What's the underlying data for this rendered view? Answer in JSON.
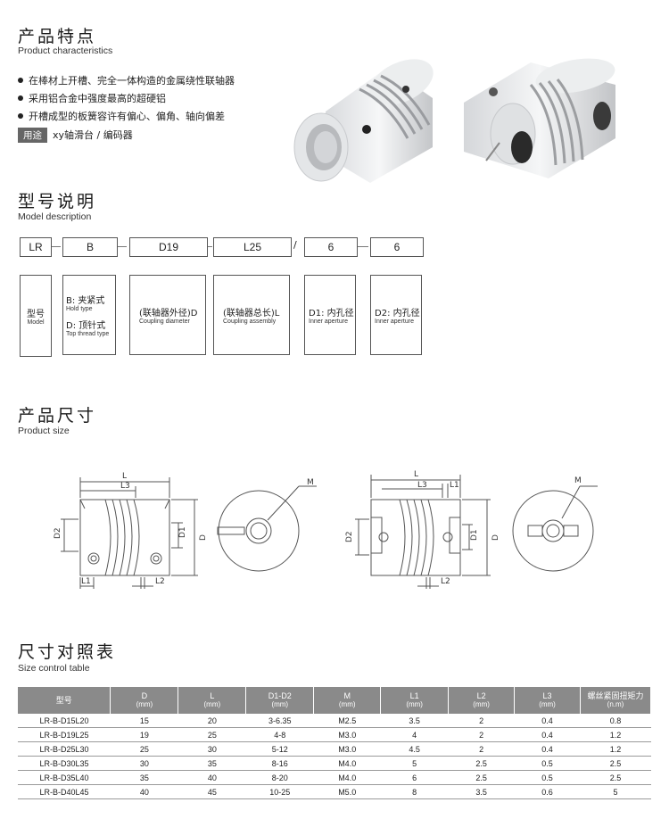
{
  "features": {
    "title_cn": "产品特点",
    "title_en": "Product characteristics",
    "bullets": [
      "在棒材上开槽、完全一体构造的金属绕性联轴器",
      "采用铝合金中强度最高的超硬铝",
      "开槽成型的板簧容许有偏心、偏角、轴向偏差"
    ],
    "usage_tag": "用途",
    "usage_text": "xy轴滑台 / 编码器"
  },
  "model": {
    "title_cn": "型号说明",
    "title_en": "Model description",
    "codes": [
      "LR",
      "B",
      "D19",
      "L25",
      "6",
      "6"
    ],
    "slash": "/",
    "descriptions": [
      {
        "cn": "型号",
        "en": "Model"
      },
      {
        "cn1": "B: 夹紧式",
        "en1": "Hold type",
        "cn2": "D: 顶针式",
        "en2": "Top thread type"
      },
      {
        "cn": "(联轴器外径)D",
        "en": "Coupling diameter"
      },
      {
        "cn": "(联轴器总长)L",
        "en": "Coupling assembly"
      },
      {
        "cn": "D1: 内孔径",
        "en": "Inner aperture"
      },
      {
        "cn": "D2: 内孔径",
        "en": "Inner aperture"
      }
    ]
  },
  "size": {
    "title_cn": "产品尺寸",
    "title_en": "Product size",
    "labels": {
      "L": "L",
      "L1": "L1",
      "L2": "L2",
      "L3": "L3",
      "D": "D",
      "D1": "D1",
      "D2": "D2",
      "M": "M"
    }
  },
  "table": {
    "title_cn": "尺寸对照表",
    "title_en": "Size control table",
    "headers": [
      {
        "main": "型号",
        "sub": ""
      },
      {
        "main": "D",
        "sub": "(mm)"
      },
      {
        "main": "L",
        "sub": "(mm)"
      },
      {
        "main": "D1-D2",
        "sub": "(mm)"
      },
      {
        "main": "M",
        "sub": "(mm)"
      },
      {
        "main": "L1",
        "sub": "(mm)"
      },
      {
        "main": "L2",
        "sub": "(mm)"
      },
      {
        "main": "L3",
        "sub": "(mm)"
      },
      {
        "main": "螺丝紧固扭矩力",
        "sub": "(n.m)"
      }
    ],
    "rows": [
      [
        "LR-B-D15L20",
        "15",
        "20",
        "3-6.35",
        "M2.5",
        "3.5",
        "2",
        "0.4",
        "0.8"
      ],
      [
        "LR-B-D19L25",
        "19",
        "25",
        "4-8",
        "M3.0",
        "4",
        "2",
        "0.4",
        "1.2"
      ],
      [
        "LR-B-D25L30",
        "25",
        "30",
        "5-12",
        "M3.0",
        "4.5",
        "2",
        "0.4",
        "1.2"
      ],
      [
        "LR-B-D30L35",
        "30",
        "35",
        "8-16",
        "M4.0",
        "5",
        "2.5",
        "0.5",
        "2.5"
      ],
      [
        "LR-B-D35L40",
        "35",
        "40",
        "8-20",
        "M4.0",
        "6",
        "2.5",
        "0.5",
        "2.5"
      ],
      [
        "LR-B-D40L45",
        "40",
        "45",
        "10-25",
        "M5.0",
        "8",
        "3.5",
        "0.6",
        "5"
      ]
    ]
  }
}
